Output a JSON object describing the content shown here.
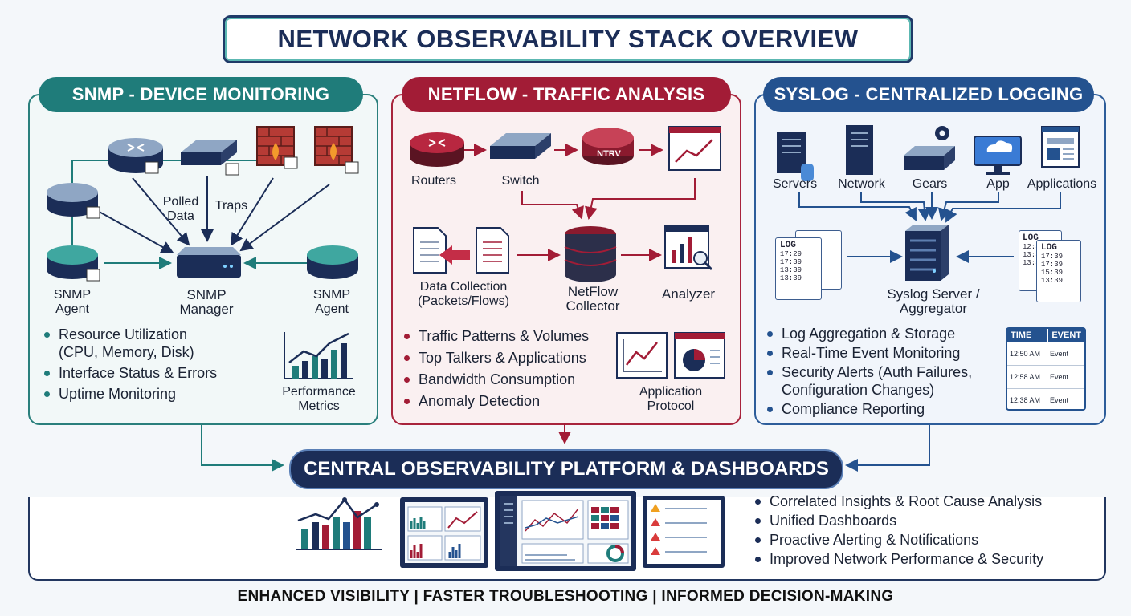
{
  "title": "NETWORK OBSERVABILITY STACK OVERVIEW",
  "snmp": {
    "title": "SNMP - DEVICE MONITORING",
    "polled_data": "Polled\nData",
    "traps": "Traps",
    "agent_left": "SNMP\nAgent",
    "manager": "SNMP\nManager",
    "agent_right": "SNMP\nAgent",
    "bullets": [
      "Resource Utilization\n(CPU, Memory, Disk)",
      "Interface Status & Errors",
      "Uptime Monitoring"
    ],
    "perf_label": "Performance\nMetrics"
  },
  "netflow": {
    "title": "NETFLOW - TRAFFIC ANALYSIS",
    "routers": "Routers",
    "switch": "Switch",
    "ntrv": "NTRV",
    "data_collection": "Data Collection\n(Packets/Flows)",
    "collector": "NetFlow\nCollector",
    "analyzer": "Analyzer",
    "bullets": [
      "Traffic Patterns & Volumes",
      "Top Talkers & Applications",
      "Bandwidth Consumption",
      "Anomaly Detection"
    ],
    "app_label": "Application\nProtocol"
  },
  "syslog": {
    "title": "SYSLOG - CENTRALIZED LOGGING",
    "sources": [
      "Servers",
      "Network",
      "Gears",
      "App",
      "Applications"
    ],
    "server_label": "Syslog Server /\nAggregator",
    "log_left": {
      "title": "LOG",
      "times": [
        "17:29",
        "17:39",
        "13:39",
        "13:39"
      ]
    },
    "log_right_back": {
      "title": "LOG",
      "times": [
        "12:38",
        "13:39",
        "13:39"
      ]
    },
    "log_right": {
      "title": "LOG",
      "times": [
        "17:39",
        "17:39",
        "15:39",
        "13:39"
      ]
    },
    "bullets": [
      "Log Aggregation & Storage",
      "Real-Time Event Monitoring",
      "Security Alerts (Auth Failures,\nConfiguration Changes)",
      "Compliance Reporting"
    ],
    "event_table": {
      "headers": [
        "TIME",
        "EVENT"
      ],
      "rows": [
        [
          "12:50 AM",
          "Event"
        ],
        [
          "12:58 AM",
          "Event"
        ],
        [
          "12:38 AM",
          "Event"
        ]
      ]
    }
  },
  "central": {
    "title": "CENTRAL OBSERVABILITY PLATFORM & DASHBOARDS",
    "bullets": [
      "Correlated Insights & Root Cause Analysis",
      "Unified Dashboards",
      "Proactive Alerting & Notifications",
      "Improved Network Performance & Security"
    ]
  },
  "footer": "ENHANCED VISIBILITY | FASTER TROUBLESHOOTING | INFORMED DECISION-MAKING",
  "colors": {
    "snmp": "#1f7c7a",
    "netflow": "#a21c36",
    "syslog": "#24528f",
    "central": "#1b2d57"
  }
}
